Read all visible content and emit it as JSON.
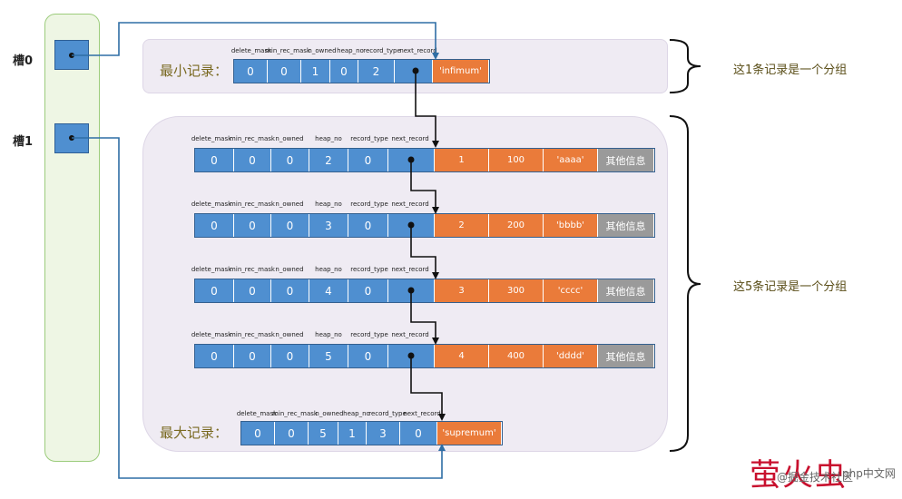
{
  "slots": [
    {
      "label": "槽0"
    },
    {
      "label": "槽1"
    }
  ],
  "min_record": {
    "label": "最小记录：",
    "headers": [
      "delete_mask",
      "min_rec_mask",
      "n_owned",
      "heap_no",
      "record_type",
      "next_record"
    ],
    "values": [
      "0",
      "0",
      "1",
      "0",
      "2",
      ""
    ],
    "data": "'infimum'"
  },
  "records": [
    {
      "headers": [
        "delete_mask",
        "min_rec_mask",
        "n_owned",
        "heap_no",
        "record_type",
        "next_record"
      ],
      "values": [
        "0",
        "0",
        "0",
        "2",
        "0",
        ""
      ],
      "cols": [
        "1",
        "100",
        "'aaaa'",
        "其他信息"
      ]
    },
    {
      "headers": [
        "delete_mask",
        "min_rec_mask",
        "n_owned",
        "heap_no",
        "record_type",
        "next_record"
      ],
      "values": [
        "0",
        "0",
        "0",
        "3",
        "0",
        ""
      ],
      "cols": [
        "2",
        "200",
        "'bbbb'",
        "其他信息"
      ]
    },
    {
      "headers": [
        "delete_mask",
        "min_rec_mask",
        "n_owned",
        "heap_no",
        "record_type",
        "next_record"
      ],
      "values": [
        "0",
        "0",
        "0",
        "4",
        "0",
        ""
      ],
      "cols": [
        "3",
        "300",
        "'cccc'",
        "其他信息"
      ]
    },
    {
      "headers": [
        "delete_mask",
        "min_rec_mask",
        "n_owned",
        "heap_no",
        "record_type",
        "next_record"
      ],
      "values": [
        "0",
        "0",
        "0",
        "5",
        "0",
        ""
      ],
      "cols": [
        "4",
        "400",
        "'dddd'",
        "其他信息"
      ]
    }
  ],
  "max_record": {
    "label": "最大记录：",
    "headers": [
      "delete_mask",
      "min_rec_mask",
      "n_owned",
      "heap_no",
      "record_type",
      "next_record"
    ],
    "values": [
      "0",
      "0",
      "5",
      "1",
      "3",
      "0"
    ],
    "data": "'supremum'"
  },
  "group_notes": [
    "这1条记录是一个分组",
    "这5条记录是一个分组"
  ],
  "watermark": {
    "logo": "萤火虫",
    "site": "@掘金技术社区",
    "extra": "php中文网"
  },
  "colors": {
    "blue": "#4f8fd0",
    "orange": "#ea7b3a",
    "gray": "#9a9a9a",
    "group_bg": "#efebf3",
    "slot_panel": "#eef6e4"
  }
}
